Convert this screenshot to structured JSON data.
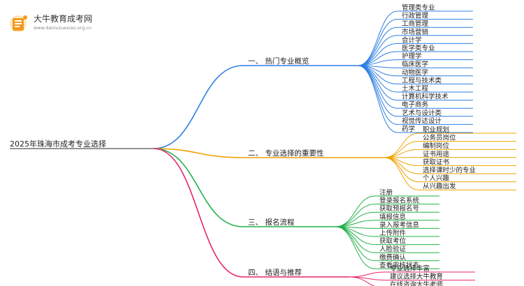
{
  "brand": {
    "name": "大牛教育成考网",
    "url": "www.daniuzuexiao.org.cn"
  },
  "mindmap": {
    "root": "2025年珠海市成考专业选择",
    "branches": [
      {
        "label": "一、 热门专业概览",
        "color": "#2f7fe5",
        "children": [
          "管理类专业",
          "行政管理",
          "工商管理",
          "市场营销",
          "会计学",
          "医学类专业",
          "护理学",
          "临床医学",
          "动物医学",
          "工程与技术类",
          "土木工程",
          "计算机科学技术",
          "电子商务",
          "艺术与设计类",
          "视觉传达设计",
          "药学"
        ]
      },
      {
        "label": "二、 专业选择的重要性",
        "color": "#f0a200",
        "children": [
          "职业规划",
          "公务员岗位",
          "编制岗位",
          "证书用途",
          "获取证书",
          "选择课时少的专业",
          "个人兴趣",
          "从兴趣出发"
        ]
      },
      {
        "label": "三、 报名流程",
        "color": "#22b04a",
        "children": [
          "注册",
          "登录报名系统",
          "获取预报名号",
          "填报信息",
          "录入报考信息",
          "上传附件",
          "获取考位",
          "人脸验证",
          "缴费确认",
          "查看审核状态"
        ]
      },
      {
        "label": "四、 结语与推荐",
        "color": "#e8246b",
        "children": [
          "专业选择丰富",
          "建议选择大牛教育",
          "在线咨询大牛老师"
        ]
      }
    ]
  }
}
